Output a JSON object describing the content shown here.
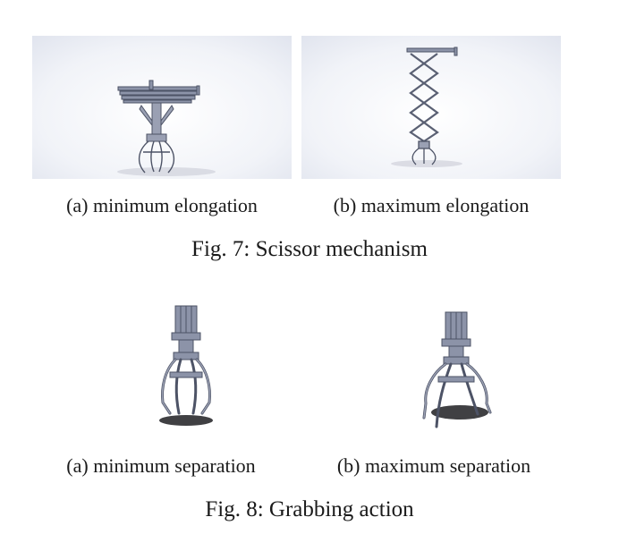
{
  "figure7": {
    "subfigures": [
      {
        "label": "(a)",
        "text": "minimum elongation"
      },
      {
        "label": "(b)",
        "text": "maximum elongation"
      }
    ],
    "caption": "Fig. 7: Scissor mechanism"
  },
  "figure8": {
    "subfigures": [
      {
        "label": "(a)",
        "text": "minimum separation"
      },
      {
        "label": "(b)",
        "text": "maximum separation"
      }
    ],
    "caption": "Fig. 8: Grabbing action"
  },
  "colors": {
    "part_fill": "#8c93a8",
    "part_dark": "#4d5366",
    "render_bg": "#eceff6"
  }
}
